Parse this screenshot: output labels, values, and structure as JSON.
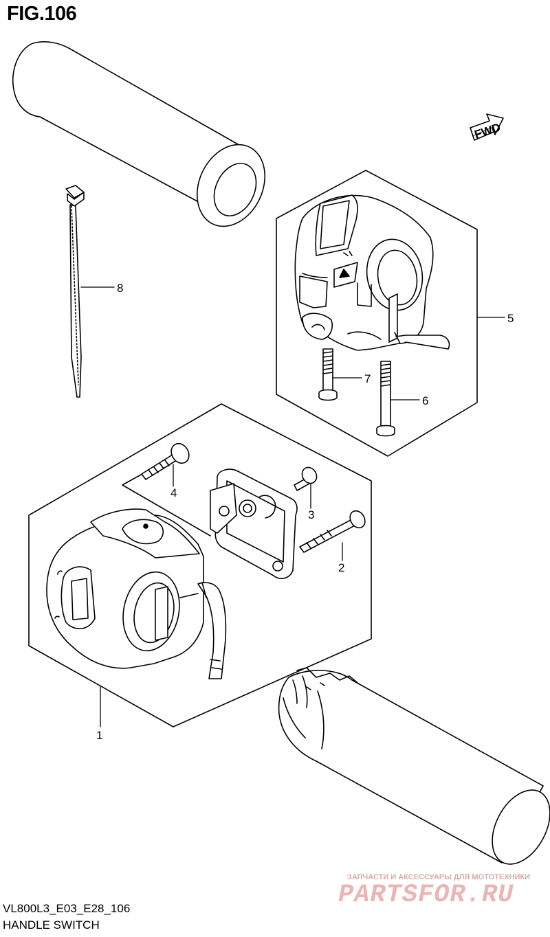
{
  "figure": {
    "title": "FIG.106",
    "code": "VL800L3_E03_E28_106",
    "name": "HANDLE SWITCH",
    "direction_badge": "FWD"
  },
  "callouts": [
    {
      "id": "1",
      "label": "1"
    },
    {
      "id": "2",
      "label": "2"
    },
    {
      "id": "3",
      "label": "3"
    },
    {
      "id": "4",
      "label": "4"
    },
    {
      "id": "5",
      "label": "5"
    },
    {
      "id": "6",
      "label": "6"
    },
    {
      "id": "7",
      "label": "7"
    },
    {
      "id": "8",
      "label": "8"
    }
  ],
  "watermark": {
    "tagline": "ЗАПЧАСТИ И АКСЕССУАРЫ ДЛЯ МОТОТЕХНИКИ",
    "logo": "PARTSFOR.RU"
  },
  "colors": {
    "line": "#000000",
    "background": "#ffffff",
    "watermark": "#e8b0b0"
  }
}
